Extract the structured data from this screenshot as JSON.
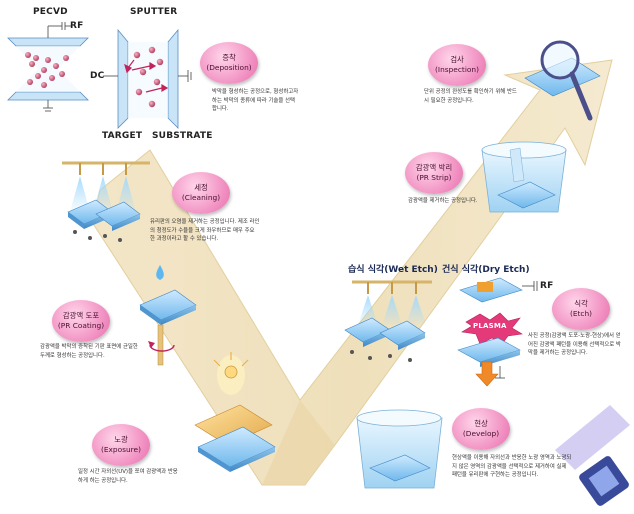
{
  "top": {
    "pecvd": "PECVD",
    "sputter": "SPUTTER",
    "rf": "RF",
    "dc": "DC",
    "target": "TARGET",
    "substrate": "SUBSTRATE"
  },
  "steps": {
    "deposition": {
      "title_ko": "증착",
      "title_en": "(Deposition)",
      "desc": [
        "박막을 형성하는 공정으로, 형성하고자",
        "하는 박막의 종류에 따라 기술을 선택",
        "합니다."
      ]
    },
    "cleaning": {
      "title_ko": "세정",
      "title_en": "(Cleaning)",
      "desc": [
        "유리판의 오염을 제거하는 공정입니다. 제조 라인",
        "의 청정도가 수율을 크게 좌우하므로 매우 주요",
        "한 과정이라고 할 수 있습니다."
      ]
    },
    "pr_coating": {
      "title_ko": "감광액 도포",
      "title_en": "(PR Coating)",
      "desc": [
        "감광액을 박막의 증착된 기판 표면에 균일한",
        "두께로 형성하는 공정입니다."
      ]
    },
    "exposure": {
      "title_ko": "노광",
      "title_en": "(Exposure)",
      "desc": [
        "일정 시간 자외선(UV)을 쪼여 감광액과 반응",
        "하게 하는 공정입니다."
      ]
    },
    "develop": {
      "title_ko": "현상",
      "title_en": "(Develop)",
      "desc": [
        "현상액을 이용해 자외선과 반응한 노광 영역과 노광되",
        "지 않은 영역의 감광액을 선택적으로 제거하여 실제",
        "패턴을 유리판에 구현하는 공정입니다."
      ]
    },
    "etch": {
      "title_ko": "식각",
      "title_en": "(Etch)",
      "desc": [
        "사진 공정(감광액 도포-노광-현상)에서 얻",
        "어진 감광액 패턴을 이용해 선택적으로 박",
        "막을 제거하는 공정입니다."
      ]
    },
    "pr_strip": {
      "title_ko": "감광액 박리",
      "title_en": "(PR Strip)",
      "desc": [
        "감광액을 제거하는 공정입니다."
      ]
    },
    "inspection": {
      "title_ko": "검사",
      "title_en": "(Inspection)",
      "desc": [
        "단위 공정의 완성도를 확인하기 위해 반드",
        "시 필요한 공정입니다."
      ]
    }
  },
  "labels": {
    "wet_etch": "습식 식각(Wet Etch)",
    "dry_etch": "건식 식각(Dry Etch)",
    "plasma": "PLASMA",
    "rf2": "RF"
  }
}
